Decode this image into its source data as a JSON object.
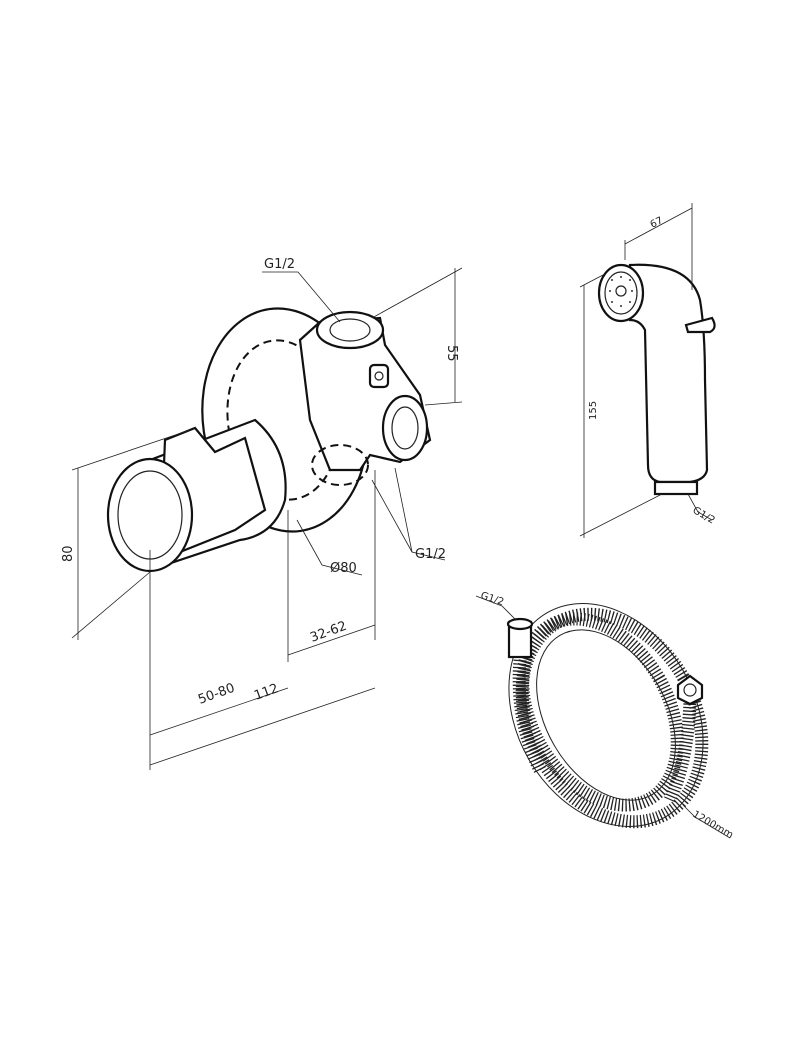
{
  "valve": {
    "inlet_top_thread": "G1/2",
    "height_top": "55",
    "height": "80",
    "flange_diameter": "Ø80",
    "outlet_thread": "G1/2",
    "depth_range_small": "32-62",
    "depth_range_large": "50-80",
    "total_length": "112"
  },
  "hand_shower": {
    "width": "67",
    "length": "155",
    "thread": "G1/2"
  },
  "hose": {
    "thread": "G1/2",
    "length": "1200mm"
  }
}
